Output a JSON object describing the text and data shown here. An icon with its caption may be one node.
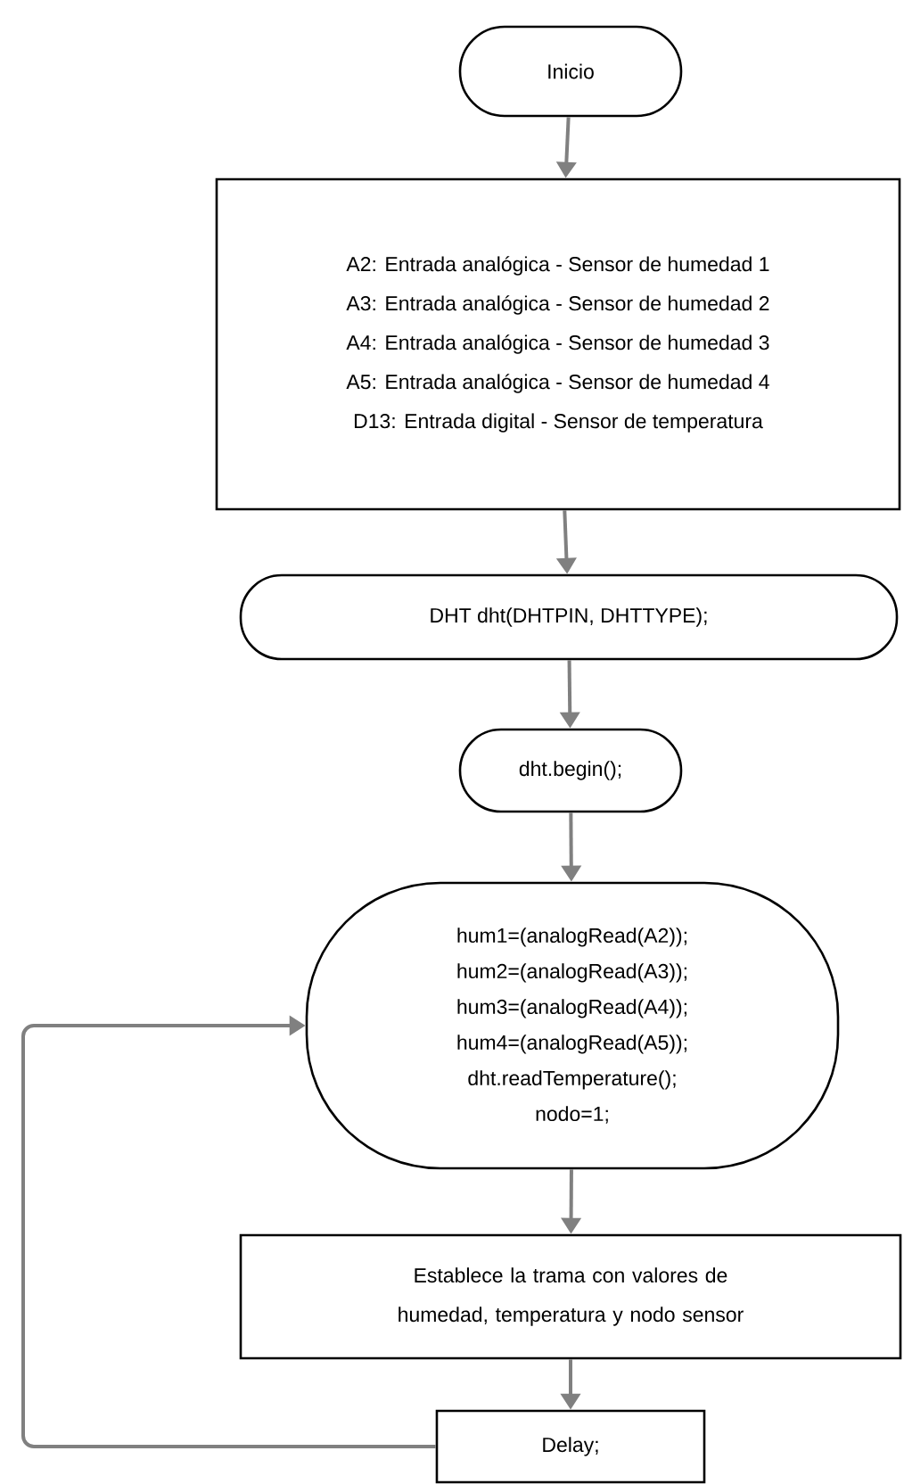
{
  "diagram": {
    "nodes": [
      {
        "text": [
          "Inicio"
        ]
      },
      {
        "text": [
          "A2: Entrada analógica - Sensor de humedad 1",
          "A3: Entrada analógica - Sensor de humedad 2",
          "A4: Entrada analógica - Sensor de humedad 3",
          "A5: Entrada analógica - Sensor de humedad 4",
          "D13: Entrada digital - Sensor de temperatura"
        ]
      },
      {
        "text": [
          "DHT dht(DHTPIN, DHTTYPE);"
        ]
      },
      {
        "text": [
          "dht.begin();"
        ]
      },
      {
        "text": [
          "hum1=(analogRead(A2));",
          "hum2=(analogRead(A3));",
          "hum3=(analogRead(A4));",
          "hum4=(analogRead(A5));",
          "dht.readTemperature();",
          "nodo=1;"
        ]
      },
      {
        "text": [
          "Establece la trama con valores de humedad, temperatura y nodo sensor"
        ]
      },
      {
        "text": [
          "Delay;"
        ]
      }
    ],
    "edges": [
      {
        "from": 0,
        "to": 1,
        "arrow": "to"
      },
      {
        "from": 1,
        "to": 2,
        "arrow": "to"
      },
      {
        "from": 2,
        "to": 3,
        "arrow": "to"
      },
      {
        "from": 3,
        "to": 4,
        "arrow": "to"
      },
      {
        "from": 4,
        "to": 5,
        "arrow": "to"
      },
      {
        "from": 5,
        "to": 6,
        "arrow": "to"
      },
      {
        "from": 6,
        "to": 4,
        "arrow": "to"
      }
    ]
  }
}
